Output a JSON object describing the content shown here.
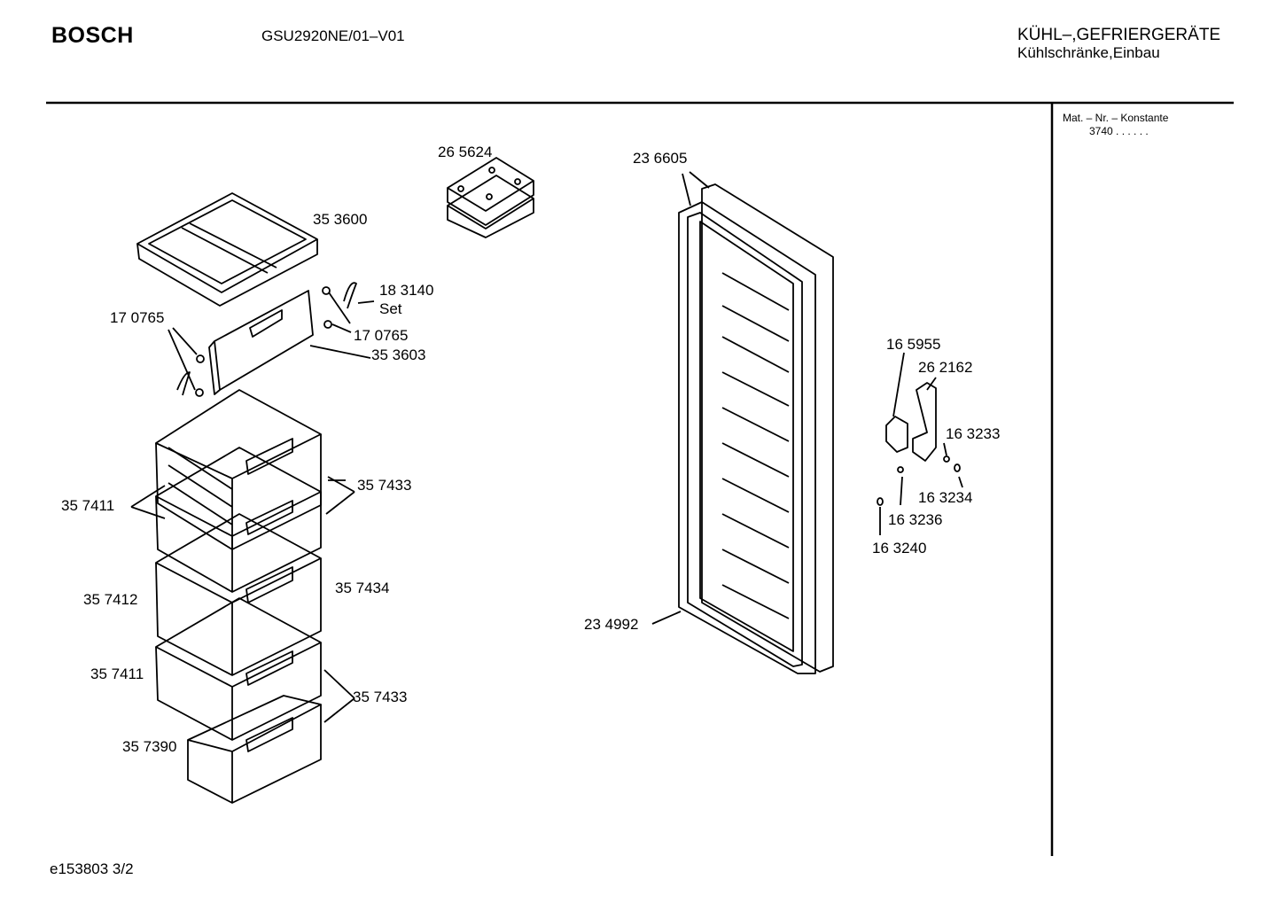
{
  "header": {
    "brand": "BOSCH",
    "model": "GSU2920NE/01–V01",
    "category_line1": "KÜHL–,GEFRIERGERÄTE",
    "category_line2": "Kühlschränke,Einbau"
  },
  "side_panel": {
    "label": "Mat. – Nr. – Konstante",
    "value": "3740 .  .  .  .  .  ."
  },
  "footer": {
    "ref": "e153803 3/2"
  },
  "parts": {
    "p265624": "26 5624",
    "p236605": "23 6605",
    "p353600": "35 3600",
    "p183140": "18 3140",
    "set": "Set",
    "p170765a": "17 0765",
    "p170765b": "17 0765",
    "p353603": "35 3603",
    "p357433a": "35 7433",
    "p357411a": "35 7411",
    "p357412": "35 7412",
    "p357434": "35 7434",
    "p357411b": "35 7411",
    "p357433b": "35 7433",
    "p357390": "35 7390",
    "p234992": "23 4992",
    "p165955": "16 5955",
    "p262162": "26 2162",
    "p163233": "16 3233",
    "p163234": "16 3234",
    "p163236": "16 3236",
    "p163240": "16 3240"
  }
}
